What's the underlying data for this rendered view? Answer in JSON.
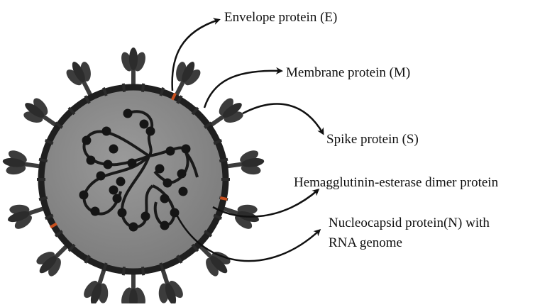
{
  "labels": {
    "envelope": "Envelope protein (E)",
    "membrane": "Membrane protein (M)",
    "spike": "Spike protein (S)",
    "hemagglutinin": "Hemagglutinin-esterase dimer protein",
    "nucleocapsid_line1": "Nucleocapsid protein(N) with",
    "nucleocapsid_line2": "RNA genome"
  },
  "colors": {
    "virion_fill": "#8a8a8a",
    "envelope_ring": "#1f1f1f",
    "spike": "#3c3c3c",
    "e_protein": "#c8501e",
    "rna": "#1a1a1a",
    "arrow": "#111111"
  }
}
